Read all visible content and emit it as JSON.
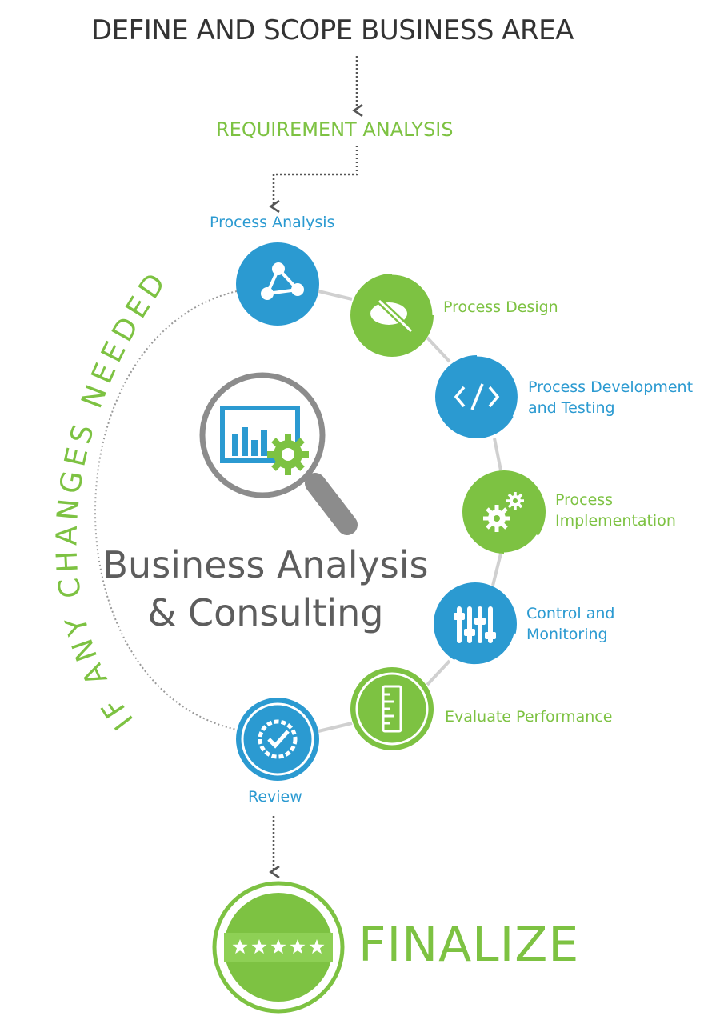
{
  "header": {
    "title": "DEFINE AND SCOPE BUSINESS AREA"
  },
  "requirement": {
    "label": "REQUIREMENT ANALYSIS"
  },
  "loop_label": "IF ANY CHANGES NEEDED",
  "center": {
    "line1": "Business Analysis",
    "line2": "& Consulting"
  },
  "steps": [
    {
      "line1": "Process Analysis",
      "line2": "",
      "icon": "triangle-nodes-icon",
      "color": "#2b9ad1"
    },
    {
      "line1": "Process Design",
      "line2": "",
      "icon": "pencil-eye-icon",
      "color": "#7dc242"
    },
    {
      "line1": "Process Development",
      "line2": "and Testing",
      "icon": "code-brackets-icon",
      "color": "#2b9ad1"
    },
    {
      "line1": "Process",
      "line2": "Implementation",
      "icon": "gears-icon",
      "color": "#7dc242"
    },
    {
      "line1": "Control and",
      "line2": "Monitoring",
      "icon": "sliders-icon",
      "color": "#2b9ad1"
    },
    {
      "line1": "Evaluate Performance",
      "line2": "",
      "icon": "ruler-icon",
      "color": "#7dc242"
    },
    {
      "line1": "Review",
      "line2": "",
      "icon": "gear-check-icon",
      "color": "#2b9ad1"
    }
  ],
  "finalize": {
    "label": "FINALIZE",
    "rating": "5 stars"
  },
  "colors": {
    "green": "#7dc242",
    "blue": "#2b9ad1",
    "gray_text": "#5d5d5d",
    "connector": "#d0d0d0"
  }
}
